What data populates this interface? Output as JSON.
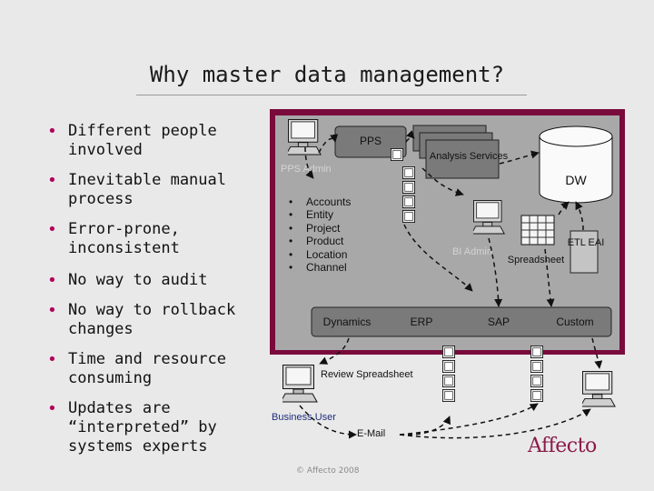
{
  "title": "Why master data management?",
  "bullets": [
    "Different people involved",
    "Inevitable manual process",
    "Error-prone, inconsistent",
    "No way to audit",
    "No way to rollback changes",
    "Time and resource consuming",
    "Updates are “interpreted” by systems experts"
  ],
  "diagram": {
    "pps": "PPS",
    "pps_admin": "PPS Admin",
    "analysis_services": "Analysis Services",
    "dw": "DW",
    "dimensions": [
      "Accounts",
      "Entity",
      "Project",
      "Product",
      "Location",
      "Channel"
    ],
    "bi_admin": "BI Admin",
    "spreadsheet": "Spreadsheet",
    "etl_eai": "ETL EAI",
    "systems": [
      "Dynamics",
      "ERP",
      "SAP",
      "Custom"
    ],
    "review_spreadsheet": "Review Spreadsheet",
    "business_user": "Business User",
    "email": "E-Mail"
  },
  "footer": "© Affecto 2008",
  "logo": "Affecto",
  "colors": {
    "frame": "#7a0a3c",
    "inner": "#a8a8a8",
    "bullet": "#b0005a"
  }
}
